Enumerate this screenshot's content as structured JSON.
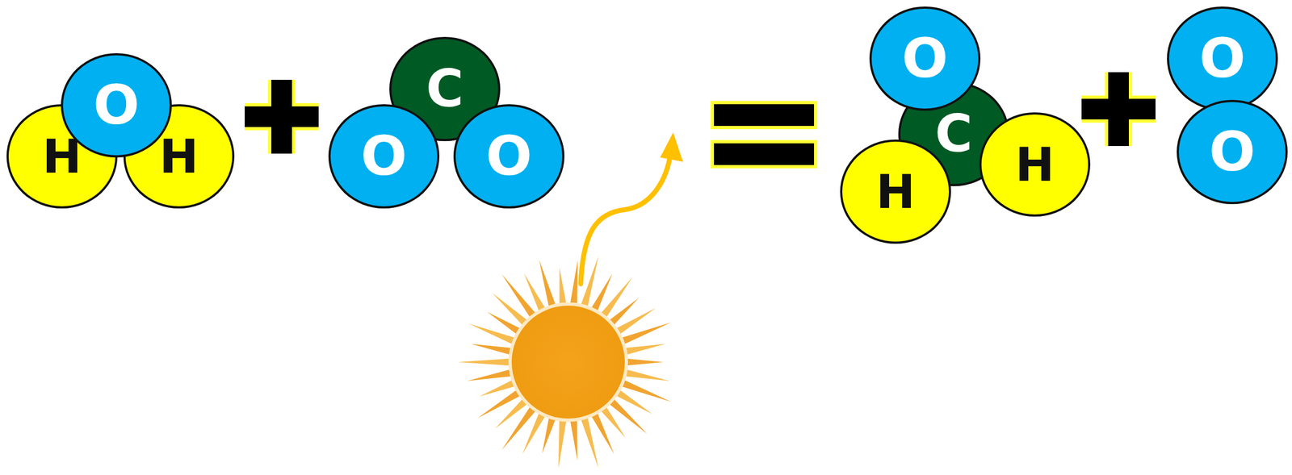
{
  "diagram": {
    "nodes": [
      {
        "text": [
          "H"
        ]
      },
      {
        "text": [
          "O"
        ]
      },
      {
        "text": [
          "H"
        ]
      },
      {
        "text": [
          "C"
        ]
      },
      {
        "text": [
          "O"
        ]
      },
      {
        "text": [
          "O"
        ]
      },
      {
        "text": [
          "O"
        ]
      },
      {
        "text": [
          "C"
        ]
      },
      {
        "text": [
          "H"
        ]
      },
      {
        "text": [
          "H"
        ]
      },
      {
        "text": [
          "O"
        ]
      },
      {
        "text": [
          "O"
        ]
      }
    ]
  }
}
